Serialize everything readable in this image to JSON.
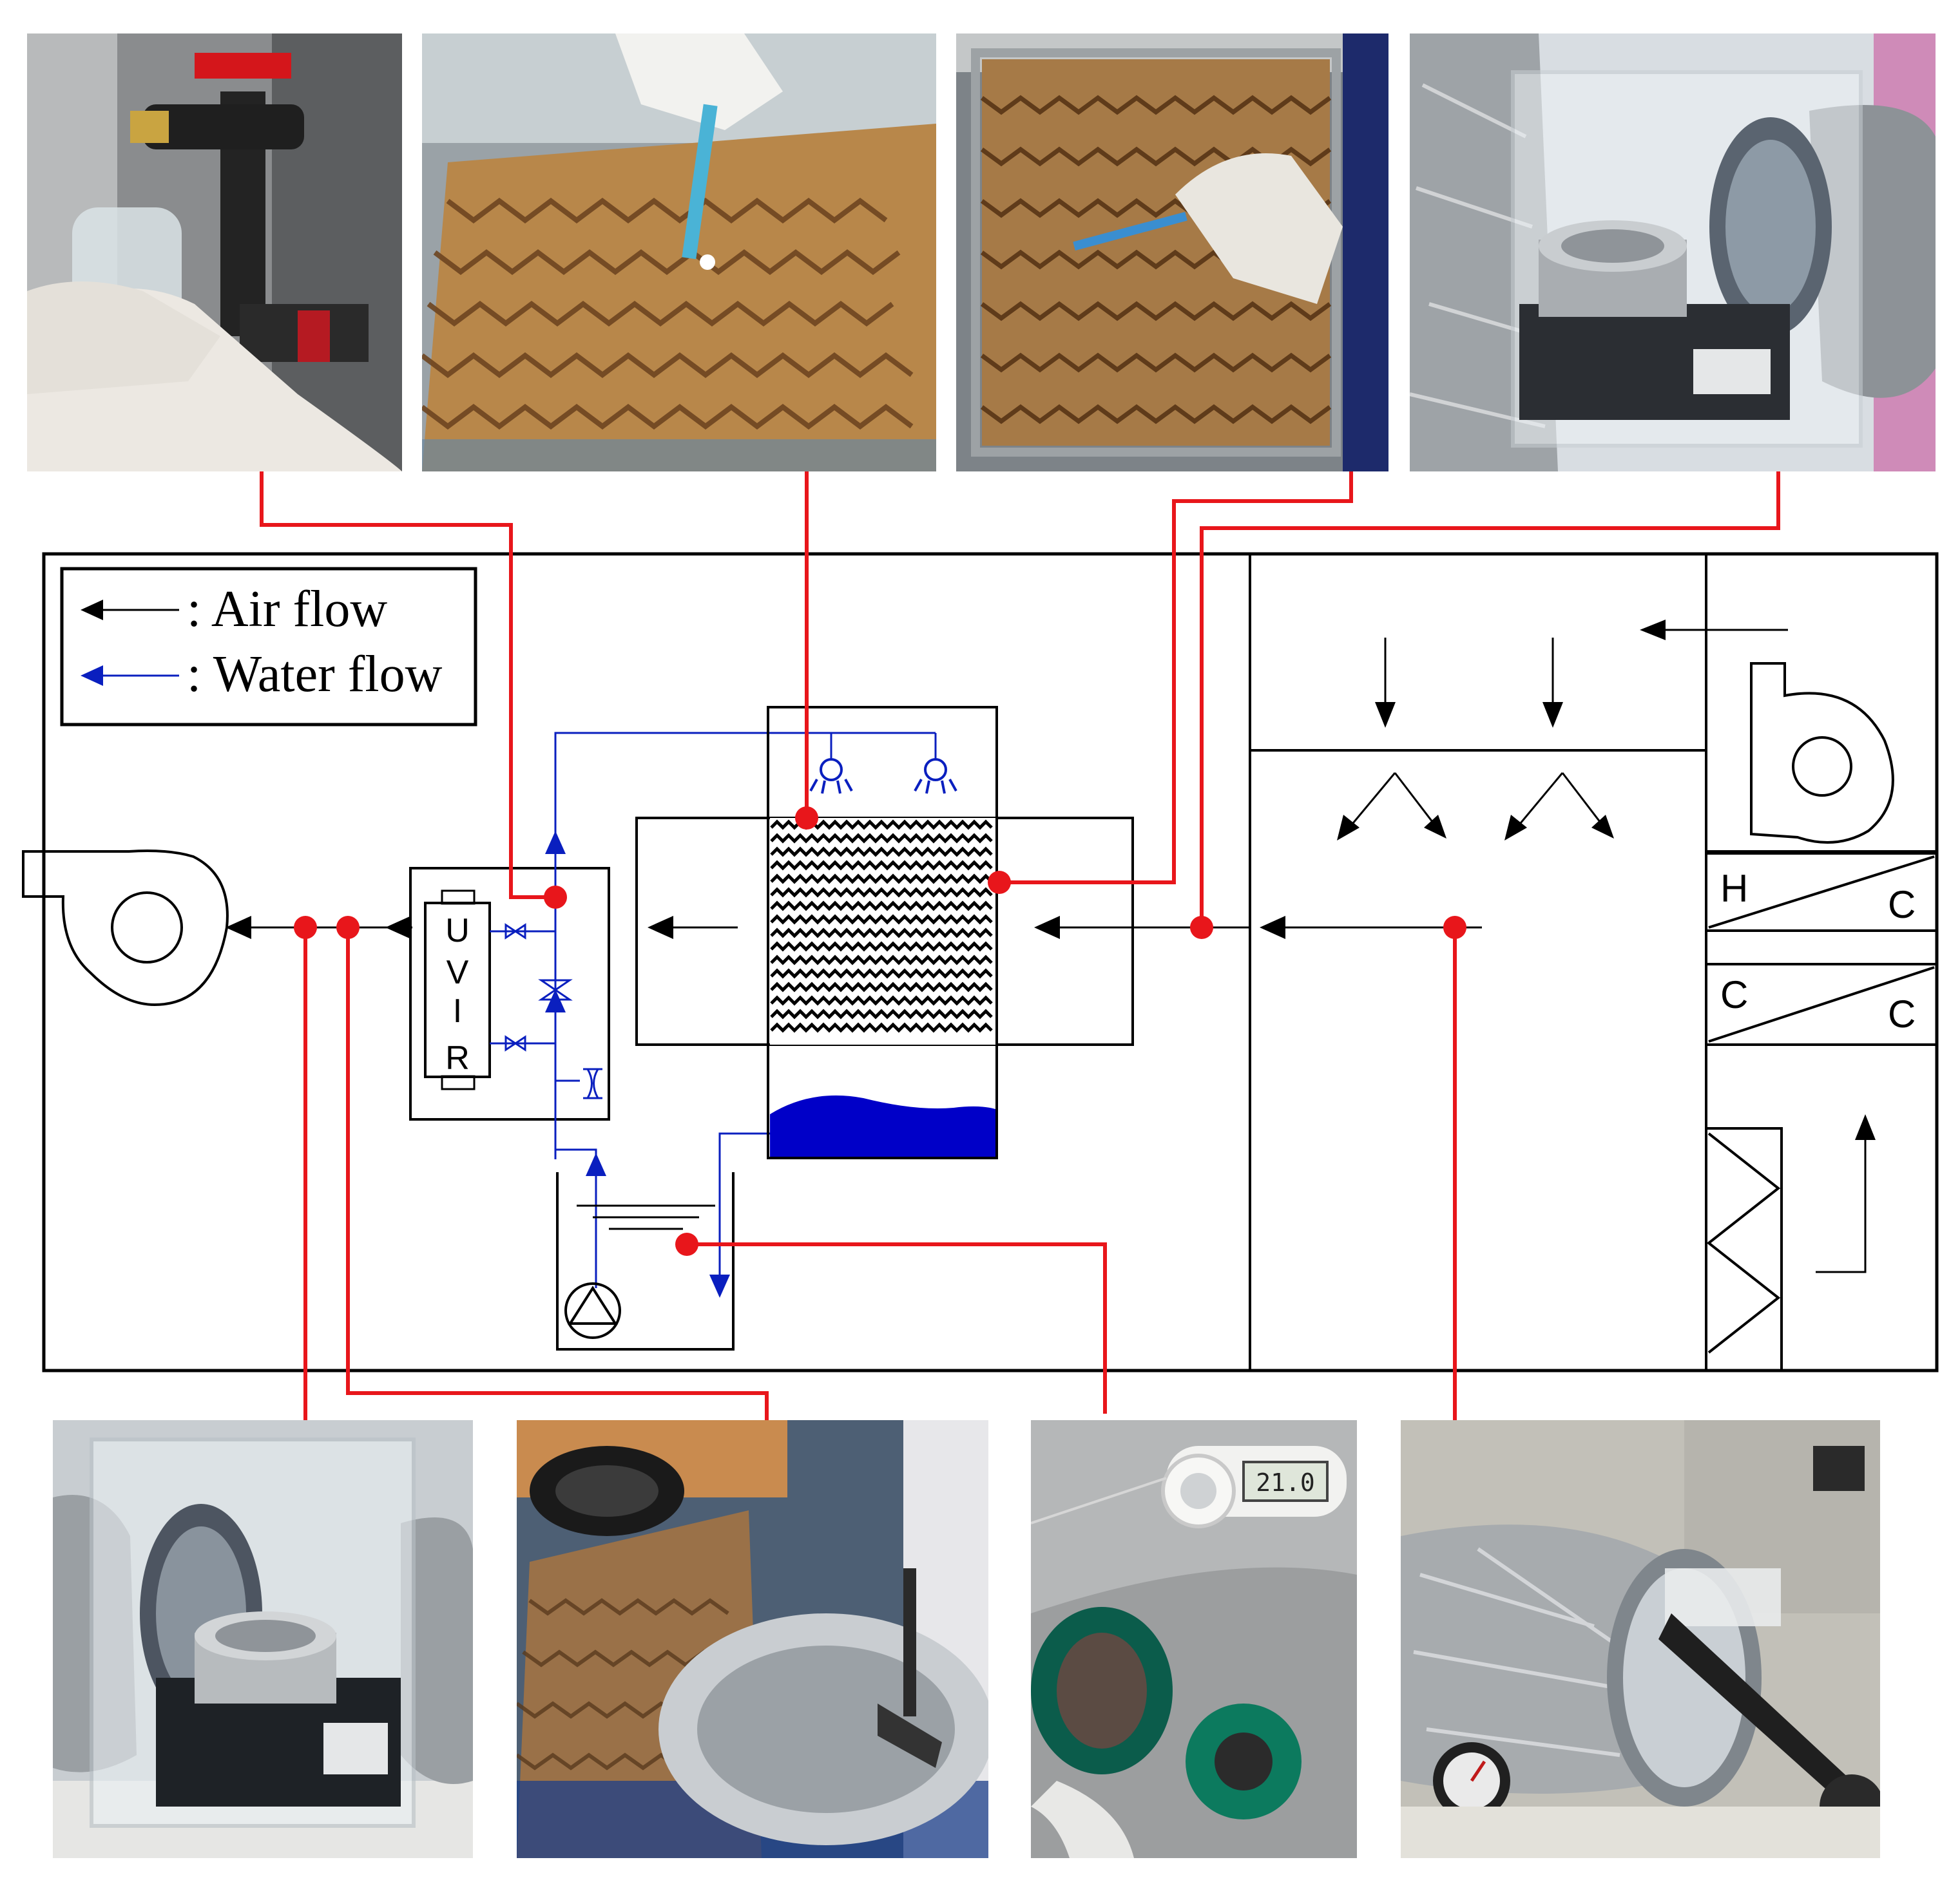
{
  "legend": {
    "air_label": ": Air flow",
    "water_label": ": Water flow"
  },
  "uvir": {
    "letters": [
      "U",
      "V",
      "I",
      "R"
    ]
  },
  "coils": {
    "coil1_left": "H",
    "coil1_right": "C",
    "coil2_left": "C",
    "coil2_right": "C"
  },
  "photos": {
    "top": [
      {
        "name": "photo-water-sampling-valve",
        "icon": "water-bottle-sampling"
      },
      {
        "name": "photo-pad-surface-swab",
        "icon": "swab-pad-top"
      },
      {
        "name": "photo-pad-side-swab",
        "icon": "swab-pad-side"
      },
      {
        "name": "photo-inlet-air-sampler",
        "icon": "air-sampler-box"
      }
    ],
    "bottom": [
      {
        "name": "photo-outlet-air-sampler",
        "icon": "air-sampler-box"
      },
      {
        "name": "photo-sensor-probe-duct",
        "icon": "probe-in-duct"
      },
      {
        "name": "photo-thermometer-reading",
        "icon": "digital-thermometer",
        "display": "21.0"
      },
      {
        "name": "photo-duct-pressure-gauge",
        "icon": "pressure-gauge"
      }
    ]
  },
  "colors": {
    "air_flow": "#000000",
    "water_flow": "#0a1fbf",
    "sample_point": "#e8161b",
    "water": "#0000c8"
  }
}
